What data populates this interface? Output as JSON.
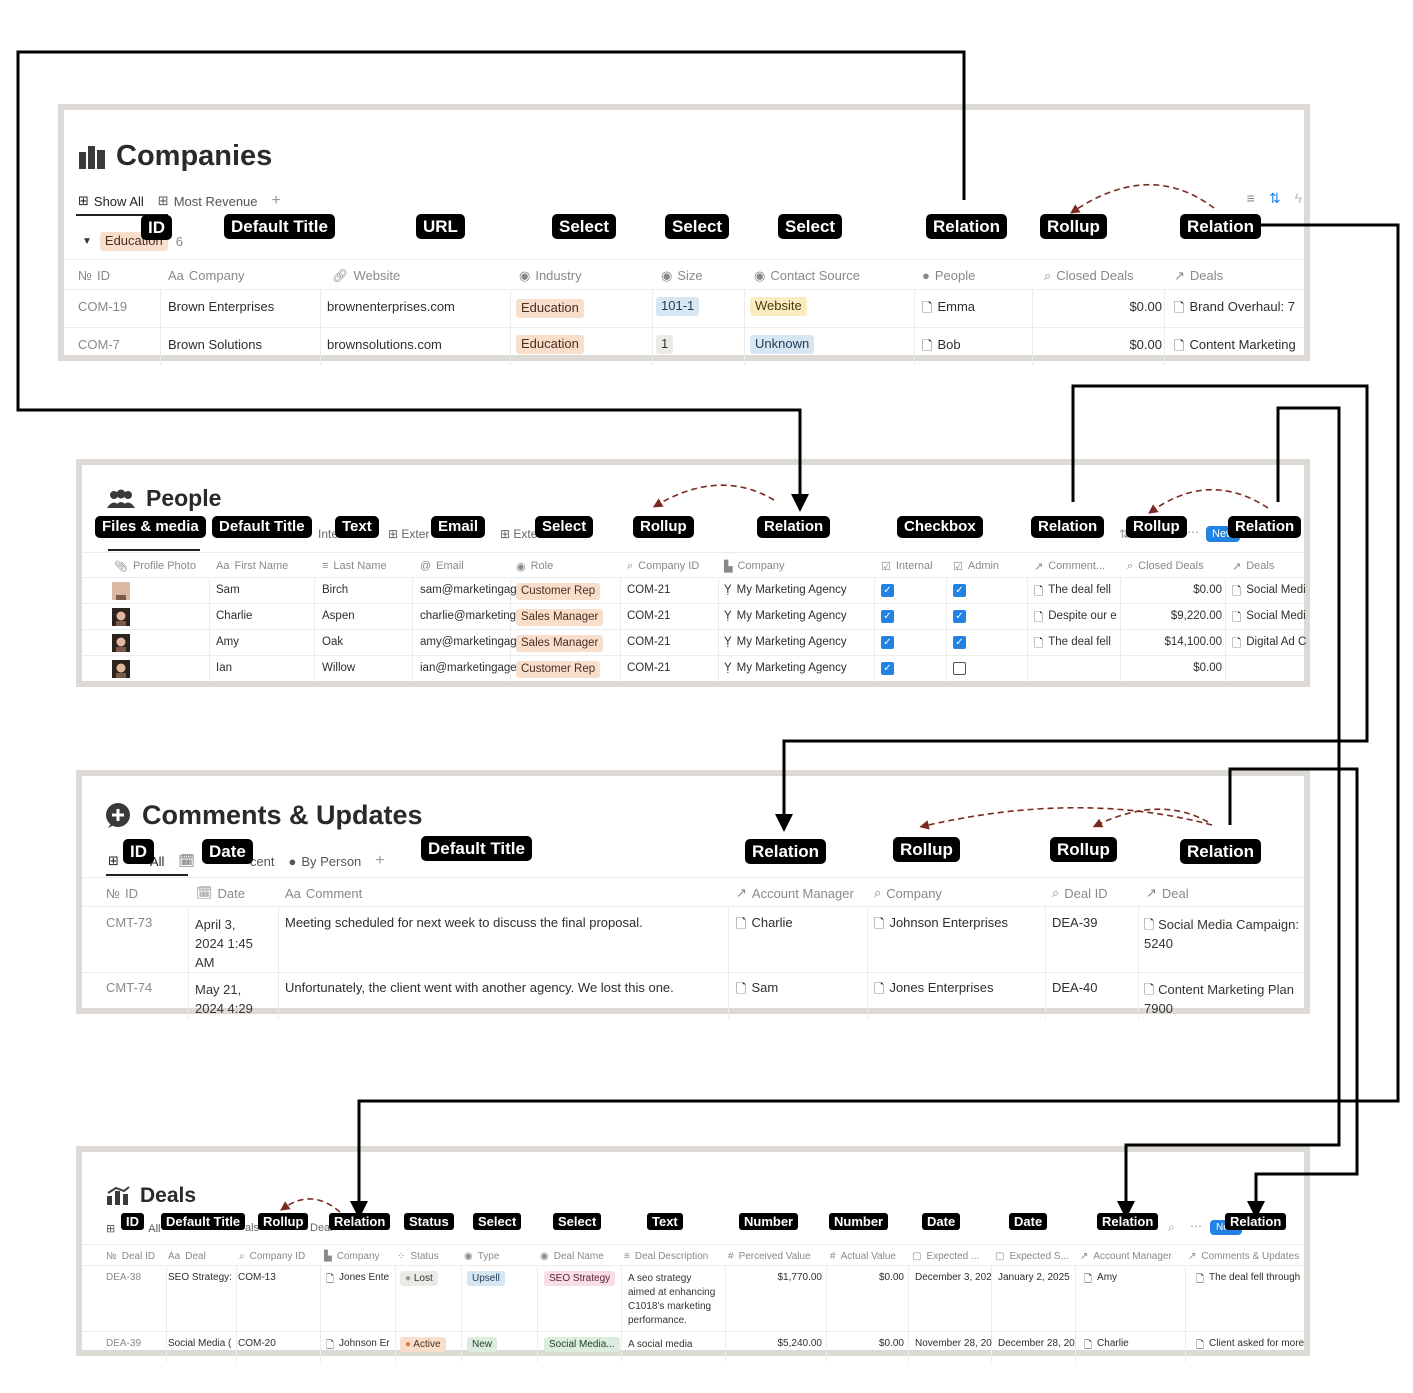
{
  "companies": {
    "title": "Companies",
    "tabs": [
      "Show All",
      "Most Revenue"
    ],
    "group": {
      "label": "Education",
      "count": "6"
    },
    "headers": [
      "ID",
      "Company",
      "Website",
      "Industry",
      "Size",
      "Contact Source",
      "People",
      "Closed Deals",
      "Deals"
    ],
    "rows": [
      {
        "id": "COM-19",
        "company": "Brown Enterprises",
        "website": "brownenterprises.com",
        "industry": "Education",
        "size": "101-1",
        "source": "Website",
        "people": "Emma",
        "closed": "$0.00",
        "deals": "Brand Overhaul: 7"
      },
      {
        "id": "COM-7",
        "company": "Brown Solutions",
        "website": "brownsolutions.com",
        "industry": "Education",
        "size": "1",
        "source": "Unknown",
        "people": "Bob",
        "closed": "$0.00",
        "deals": "Content Marketing"
      }
    ],
    "tags": [
      "ID",
      "Default Title",
      "URL",
      "Select",
      "Select",
      "Select",
      "Relation",
      "Rollup",
      "Relation"
    ]
  },
  "people": {
    "title": "People",
    "tabs_partial": [
      "Inter",
      "Exter",
      "Exte"
    ],
    "new_label": "New",
    "headers": [
      "Profile Photo",
      "First Name",
      "Last Name",
      "Email",
      "Role",
      "Company ID",
      "Company",
      "Internal",
      "Admin",
      "Comment...",
      "Closed Deals",
      "Deals"
    ],
    "rows": [
      {
        "first": "Sam",
        "last": "Birch",
        "email": "sam@marketingag",
        "role": "Customer Rep",
        "company_id": "COM-21",
        "company": "My Marketing Agency",
        "internal": true,
        "admin": true,
        "comment": "The deal fell",
        "closed": "$0.00",
        "deals": "Social Medi"
      },
      {
        "first": "Charlie",
        "last": "Aspen",
        "email": "charlie@marketing",
        "role": "Sales Manager",
        "company_id": "COM-21",
        "company": "My Marketing Agency",
        "internal": true,
        "admin": true,
        "comment": "Despite our e",
        "closed": "$9,220.00",
        "deals": "Social Medi"
      },
      {
        "first": "Amy",
        "last": "Oak",
        "email": "amy@marketingag",
        "role": "Sales Manager",
        "company_id": "COM-21",
        "company": "My Marketing Agency",
        "internal": true,
        "admin": true,
        "comment": "The deal fell",
        "closed": "$14,100.00",
        "deals": "Digital Ad C"
      },
      {
        "first": "Ian",
        "last": "Willow",
        "email": "ian@marketingage",
        "role": "Customer Rep",
        "company_id": "COM-21",
        "company": "My Marketing Agency",
        "internal": true,
        "admin": false,
        "comment": "",
        "closed": "$0.00",
        "deals": ""
      }
    ],
    "tags": [
      "Files & media",
      "Default Title",
      "Text",
      "Email",
      "Select",
      "Rollup",
      "Relation",
      "Checkbox",
      "Relation",
      "Rollup",
      "Relation"
    ]
  },
  "comments": {
    "title": "Comments & Updates",
    "tabs": [
      "All",
      "cent",
      "By Person"
    ],
    "headers": [
      "ID",
      "Date",
      "Comment",
      "Account Manager",
      "Company",
      "Deal ID",
      "Deal"
    ],
    "rows": [
      {
        "id": "CMT-73",
        "date1": "April 3,",
        "date2": "2024 1:45",
        "date3": "AM",
        "comment": "Meeting scheduled for next week to discuss the final proposal.",
        "manager": "Charlie",
        "company": "Johnson Enterprises",
        "deal_id": "DEA-39",
        "deal1": "Social Media Campaign:",
        "deal2": "5240"
      },
      {
        "id": "CMT-74",
        "date1": "May 21,",
        "date2": "2024 4:29",
        "date3": "",
        "comment": "Unfortunately, the client went with another agency. We lost this one.",
        "manager": "Sam",
        "company": "Jones Enterprises",
        "deal_id": "DEA-40",
        "deal1": "Content Marketing Plan",
        "deal2": "7900"
      }
    ],
    "tags": [
      "ID",
      "Date",
      "Default Title",
      "Relation",
      "Rollup",
      "Rollup",
      "Relation"
    ]
  },
  "deals": {
    "title": "Deals",
    "tabs_partial": [
      "All",
      "als",
      "Deal"
    ],
    "new_label": "New",
    "headers": [
      "Deal ID",
      "Deal",
      "Company ID",
      "Company",
      "Status",
      "Type",
      "Deal Name",
      "Deal Description",
      "Perceived Value",
      "Actual Value",
      "Expected ...",
      "Expected S...",
      "Account Manager",
      "Comments & Updates"
    ],
    "rows": [
      {
        "id": "DEA-38",
        "deal": "SEO Strategy:",
        "company_id": "COM-13",
        "company": "Jones Ente",
        "status": "Lost",
        "type": "Upsell",
        "name": "SEO Strategy",
        "desc": [
          "A seo strategy",
          "aimed at enhancing",
          "C1018's marketing",
          "performance."
        ],
        "perceived": "$1,770.00",
        "actual": "$0.00",
        "exp1": "December 3, 202",
        "exp2": "January 2, 2025",
        "manager": "Amy",
        "comments": "The deal fell through"
      },
      {
        "id": "DEA-39",
        "deal": "Social Media (",
        "company_id": "COM-20",
        "company": "Johnson Er",
        "status": "Active",
        "type": "New",
        "name": "Social Media...",
        "desc": [
          "A social media"
        ],
        "perceived": "$5,240.00",
        "actual": "$0.00",
        "exp1": "November 28, 20",
        "exp2": "December 28, 20",
        "manager": "Charlie",
        "comments": "Client asked for more"
      }
    ],
    "tags": [
      "ID",
      "Default Title",
      "Rollup",
      "Relation",
      "Status",
      "Select",
      "Select",
      "Text",
      "Number",
      "Number",
      "Date",
      "Date",
      "Relation",
      "Relation"
    ]
  },
  "colors": {
    "relation_line": "#000000",
    "rollup_arrow": "#7a2a20",
    "panel_border": "#dddad5",
    "accent": "#2383e2"
  }
}
